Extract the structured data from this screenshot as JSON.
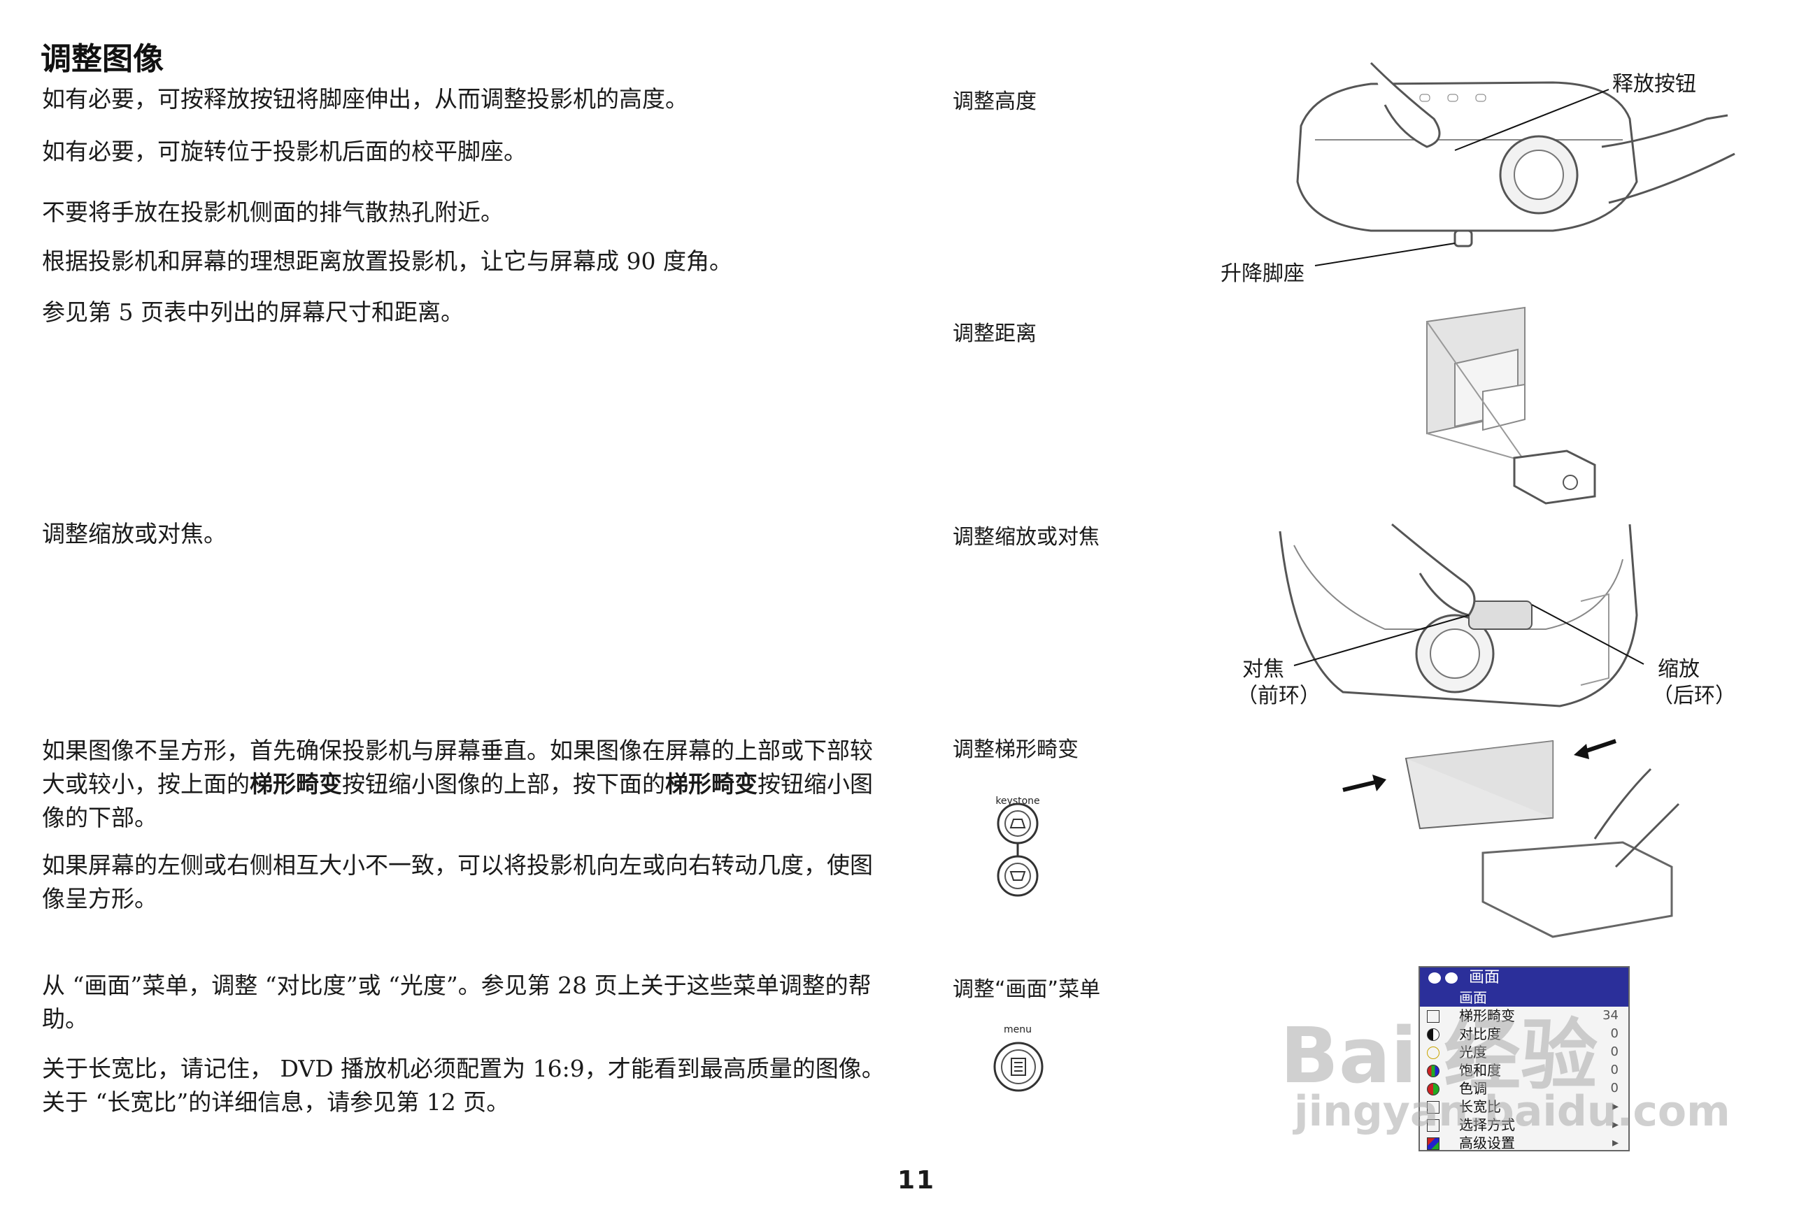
{
  "title": "调整图像",
  "left_column": {
    "p1": "如有必要，可按释放按钮将脚座伸出，从而调整投影机的高度。",
    "p2": "如有必要，可旋转位于投影机后面的校平脚座。",
    "p3": "不要将手放在投影机侧面的排气散热孔附近。",
    "p4": "根据投影机和屏幕的理想距离放置投影机，让它与屏幕成 90 度角。",
    "p5": "参见第  5 页表中列出的屏幕尺寸和距离。",
    "p6": "调整缩放或对焦。",
    "p7_a": "如果图像不呈方形，首先确保投影机与屏幕垂直。如果图像在屏幕的上部或下部较大或较小，按上面的",
    "p7_b1": "梯形畸变",
    "p7_c": "按钮缩小图像的上部，按下面的",
    "p7_b2": "梯形畸变",
    "p7_d": "按钮缩小图像的下部。",
    "p8": "如果屏幕的左侧或右侧相互大小不一致，可以将投影机向左或向右转动几度，使图像呈方形。",
    "p9": "从 “画面”菜单，调整 “对比度”或 “光度”。参见第  28 页上关于这些菜单调整的帮助。",
    "p10": "关于长宽比，请记住， DVD 播放机必须配置为 16:9，才能看到最高质量的图像。关于 “长宽比”的详细信息，请参见第  12 页。"
  },
  "right_column": {
    "heading_height": "调整高度",
    "heading_distance": "调整距离",
    "heading_zoom": "调整缩放或对焦",
    "heading_keystone": "调整梯形畸变",
    "heading_menu": "调整“画面”菜单",
    "callout_release": "释放按钮",
    "callout_foot": "升降脚座",
    "callout_focus": "对焦",
    "callout_focus_sub": "（前环）",
    "callout_zoom": "缩放",
    "callout_zoom_sub": "（后环）",
    "keystone_button_label": "keystone",
    "menu_button_label": "menu"
  },
  "osd_menu": {
    "title": "画面",
    "rows": [
      {
        "label": "画面",
        "value": "",
        "selected": true,
        "icon": "picture-icon"
      },
      {
        "label": "梯形畸变",
        "value": "34",
        "selected": false,
        "icon": "keystone-icon"
      },
      {
        "label": "对比度",
        "value": "0",
        "selected": false,
        "icon": "contrast-icon"
      },
      {
        "label": "光度",
        "value": "0",
        "selected": false,
        "icon": "brightness-icon"
      },
      {
        "label": "饱和度",
        "value": "0",
        "selected": false,
        "icon": "saturation-icon"
      },
      {
        "label": "色调",
        "value": "0",
        "selected": false,
        "icon": "tint-icon"
      },
      {
        "label": "长宽比",
        "value": "▸",
        "selected": false,
        "icon": "aspect-ratio-icon"
      },
      {
        "label": "选择方式",
        "value": "▸",
        "selected": false,
        "icon": "preset-icon"
      },
      {
        "label": "高级设置",
        "value": "▸",
        "selected": false,
        "icon": "advanced-icon"
      }
    ]
  },
  "watermark": {
    "line1": "Bai 经验",
    "line2": "jingyan.baidu.com"
  },
  "page_number": "11"
}
